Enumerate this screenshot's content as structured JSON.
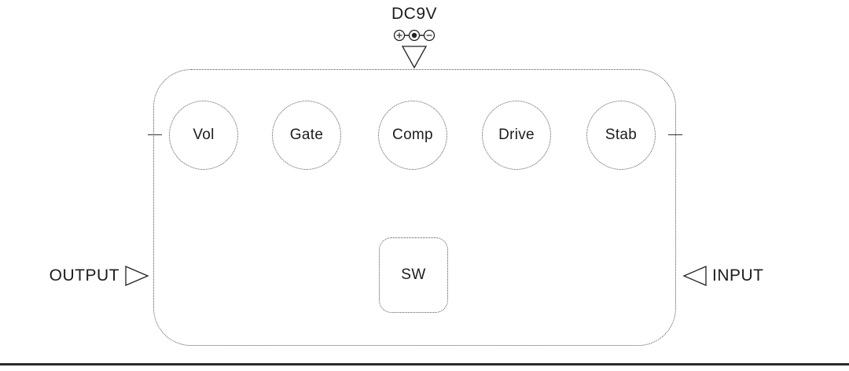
{
  "pedal": {
    "power_label": "DC9V",
    "knobs": [
      {
        "label": "Vol"
      },
      {
        "label": "Gate"
      },
      {
        "label": "Comp"
      },
      {
        "label": "Drive"
      },
      {
        "label": "Stab"
      }
    ],
    "footswitch_label": "SW",
    "output_label": "OUTPUT",
    "input_label": "INPUT"
  },
  "icons": {
    "polarity": "power-polarity-center-dot",
    "power_plug": "down-arrow",
    "output_jack": "right-arrow",
    "input_jack": "left-arrow"
  },
  "colors": {
    "line": "#333333",
    "text": "#1c1c1c",
    "background": "#ffffff"
  }
}
